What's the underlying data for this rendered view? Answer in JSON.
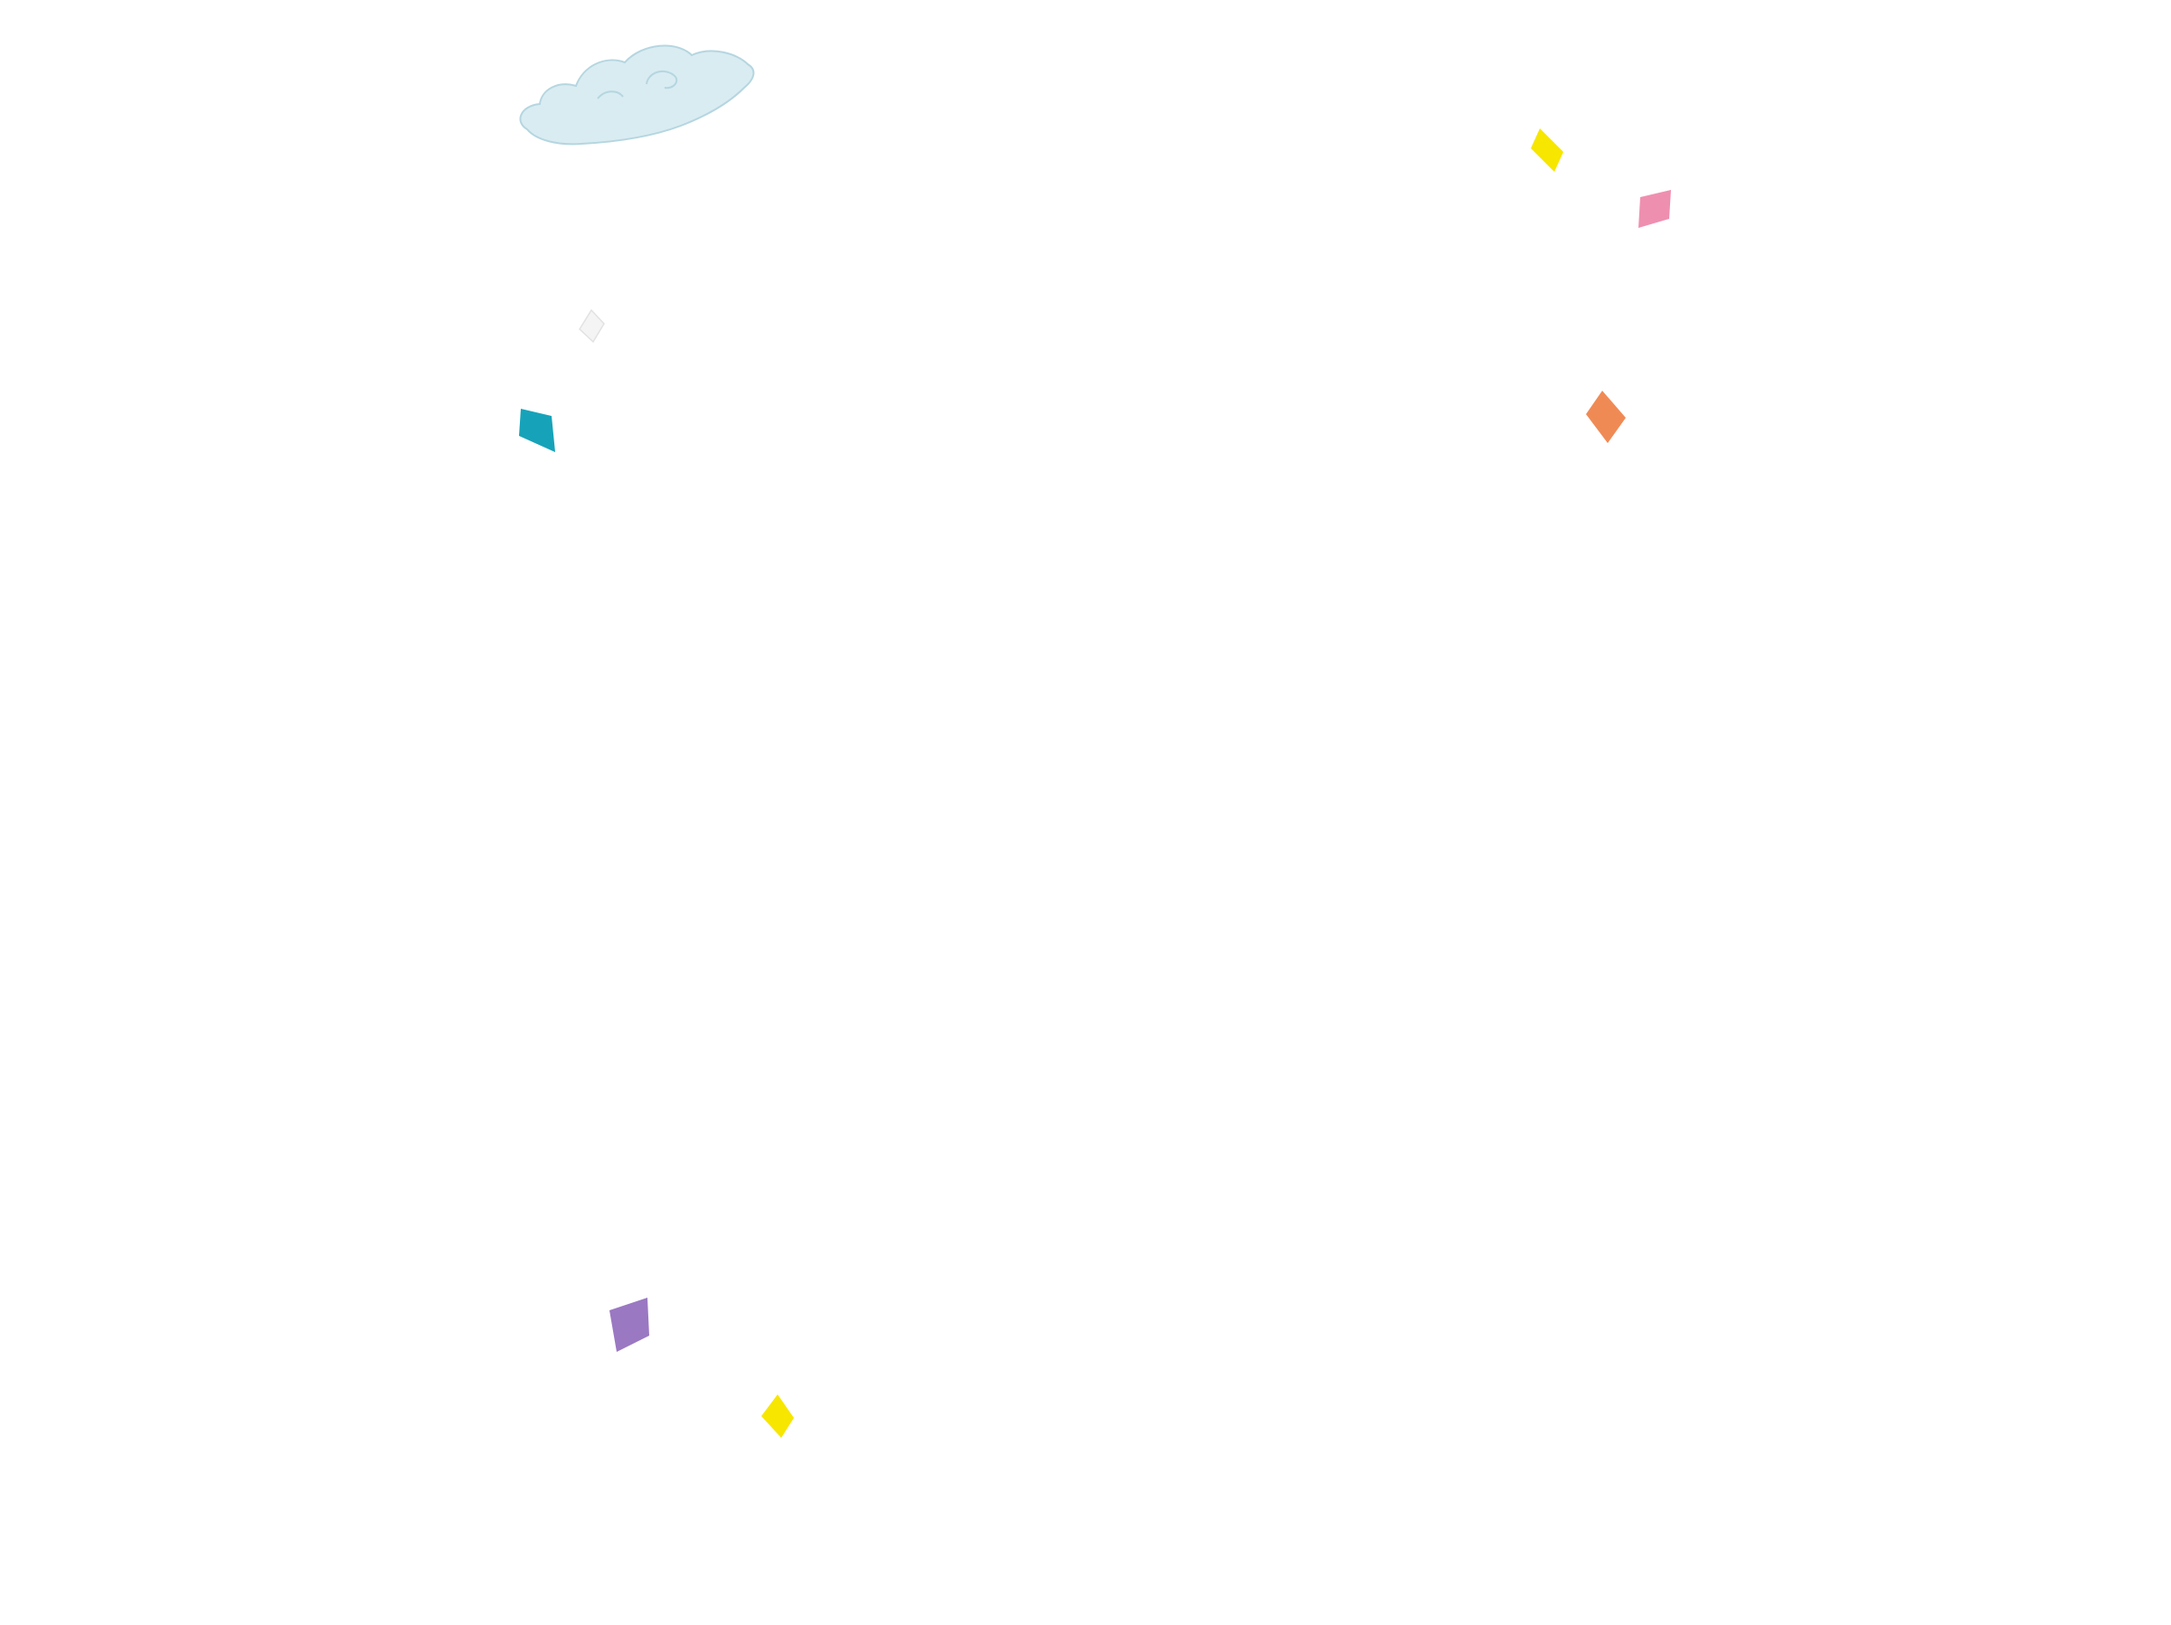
{
  "scene": {
    "background": "#ffffff",
    "cloud": {
      "icon": "cloud-icon",
      "fill": "#d9ecf2",
      "stroke": "#b5d6e0"
    },
    "confetti": [
      {
        "id": "conf-yellow-top",
        "icon": "confetti-diamond-icon",
        "color": "#f7e600"
      },
      {
        "id": "conf-pink",
        "icon": "confetti-diamond-icon",
        "color": "#ef8fb0"
      },
      {
        "id": "conf-white",
        "icon": "confetti-diamond-icon",
        "color": "#f4f4f4"
      },
      {
        "id": "conf-teal",
        "icon": "confetti-diamond-icon",
        "color": "#16a3b9"
      },
      {
        "id": "conf-orange",
        "icon": "confetti-diamond-icon",
        "color": "#f08a55"
      },
      {
        "id": "conf-purple",
        "icon": "confetti-diamond-icon",
        "color": "#9a78c2"
      },
      {
        "id": "conf-yellow-bottom",
        "icon": "confetti-diamond-icon",
        "color": "#f7e600"
      }
    ]
  }
}
